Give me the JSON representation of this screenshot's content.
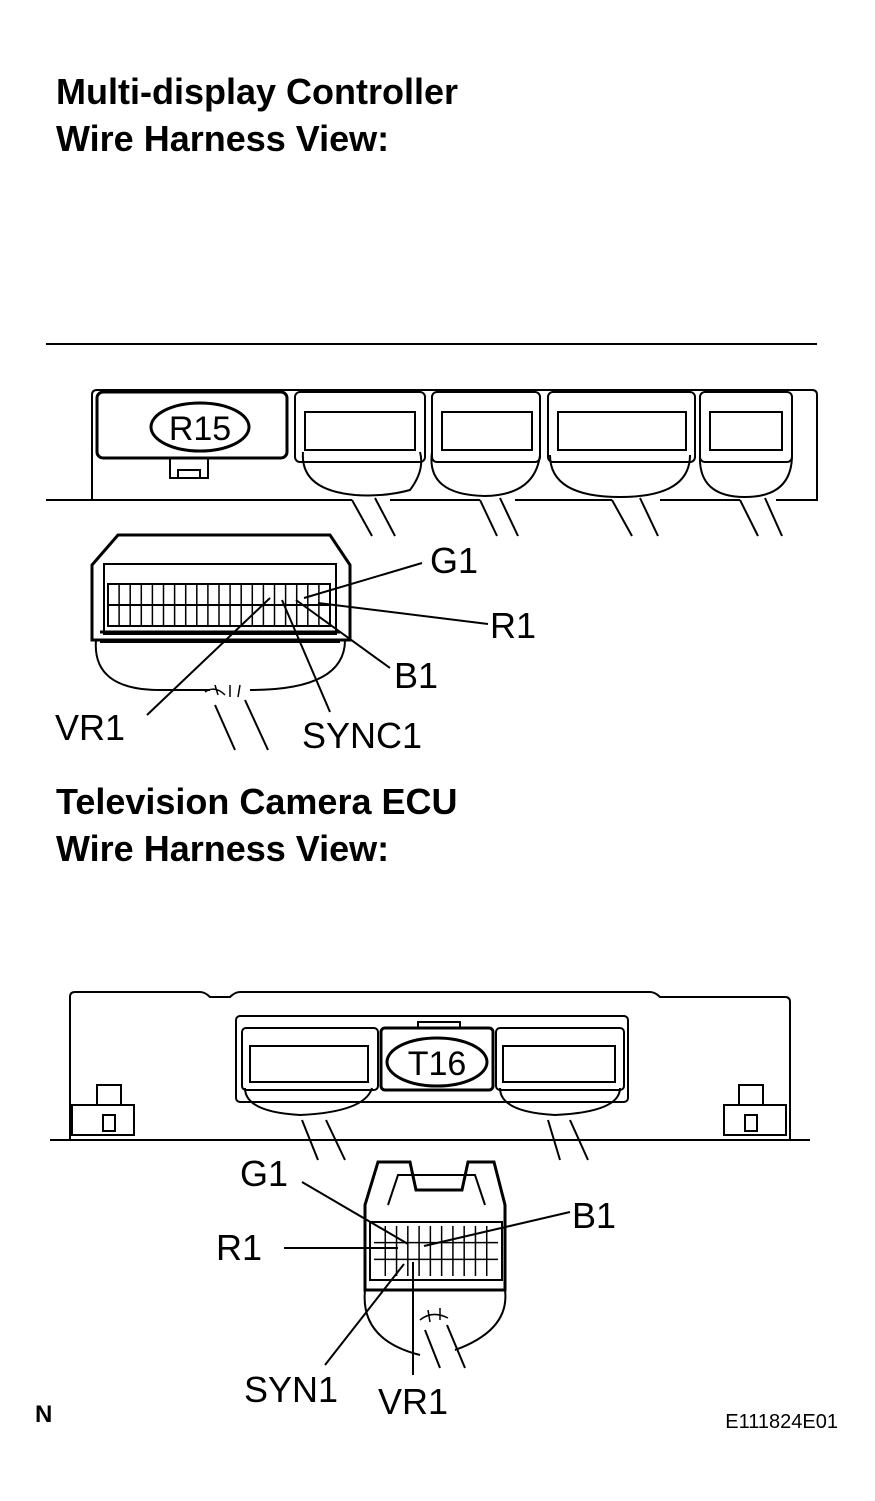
{
  "section1": {
    "title_line1": "Multi-display Controller",
    "title_line2": "Wire Harness View:",
    "connector_id": "R15",
    "pins": [
      "G1",
      "R1",
      "B1",
      "VR1",
      "SYNC1"
    ]
  },
  "section2": {
    "title_line1": "Television Camera ECU",
    "title_line2": "Wire Harness View:",
    "connector_id": "T16",
    "pins": [
      "G1",
      "B1",
      "R1",
      "SYN1",
      "VR1"
    ]
  },
  "footer": {
    "corner_mark": "N",
    "figure_code": "E111824E01"
  }
}
